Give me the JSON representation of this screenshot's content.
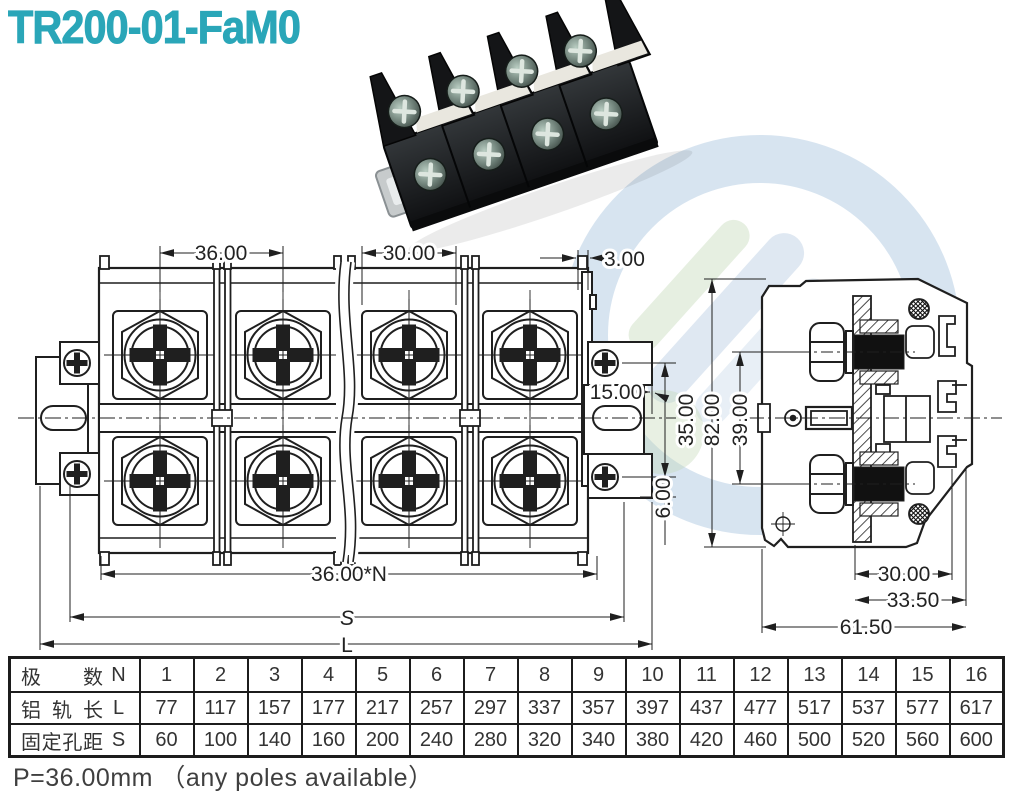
{
  "title": "TR200-01-FaM0",
  "colors": {
    "title": "#2aa6b8",
    "line": "#1f1f1f"
  },
  "front_view": {
    "dims": {
      "pitch": "36.00",
      "section_width": "30.00",
      "end_gap": "3.00",
      "bracket_width": "15.00",
      "screw_span": "35.00",
      "foot_offset": "6.00",
      "block_width": "36.00*N",
      "hole_distance": "S",
      "rail_length": "L"
    }
  },
  "side_view": {
    "dims": {
      "height": "82.00",
      "bolt_span": "39.00",
      "depth_inner": "30.00",
      "depth_mid": "33.50",
      "depth_total": "61.50"
    }
  },
  "table": {
    "headers": [
      {
        "label": "极数",
        "key": "N"
      },
      {
        "label": "铝轨长",
        "key": "L"
      },
      {
        "label": "固定孔距",
        "key": "S"
      }
    ],
    "n": [
      "1",
      "2",
      "3",
      "4",
      "5",
      "6",
      "7",
      "8",
      "9",
      "10",
      "11",
      "12",
      "13",
      "14",
      "15",
      "16"
    ],
    "l": [
      "77",
      "117",
      "157",
      "177",
      "217",
      "257",
      "297",
      "337",
      "357",
      "397",
      "437",
      "477",
      "517",
      "537",
      "577",
      "617"
    ],
    "s": [
      "60",
      "100",
      "140",
      "160",
      "200",
      "240",
      "280",
      "320",
      "340",
      "380",
      "420",
      "460",
      "500",
      "520",
      "560",
      "600"
    ]
  },
  "footer": {
    "text": "P=36.00mm （any poles available）"
  }
}
